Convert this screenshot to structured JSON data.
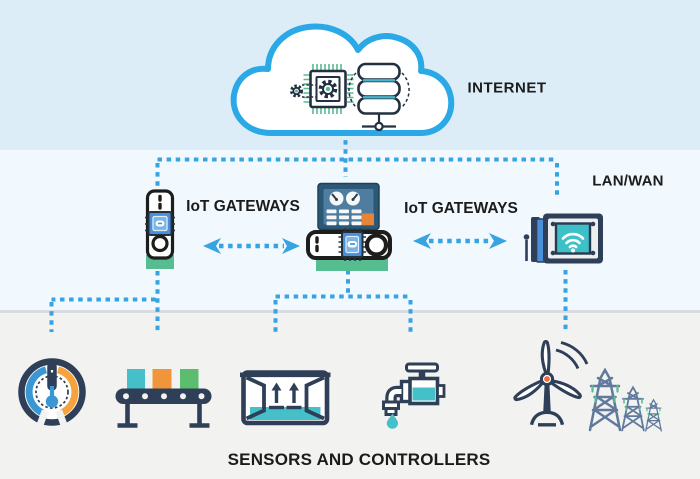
{
  "labels": {
    "internet": "INTERNET",
    "lan_wan": "LAN/WAN",
    "iot_gateways_left": "IoT GATEWAYS",
    "iot_gateways_right": "IoT GATEWAYS",
    "sensors_and_controllers": "SENSORS AND CONTROLLERS"
  },
  "layers": [
    {
      "name": "internet",
      "label": "INTERNET",
      "background": "#dcedf8",
      "contents": [
        "cloud-shape",
        "processor-gears-icon",
        "server-stack-icon"
      ]
    },
    {
      "name": "lan-wan",
      "label": "LAN/WAN",
      "background": "#f1f8fe",
      "contents": [
        "rack-gateway-device",
        "controller-gateway-device",
        "scada-monitor-icon",
        "wireless-gateway-device",
        "gateway-link-arrows",
        "dashed-connectors"
      ]
    },
    {
      "name": "sensors-and-controllers",
      "label": "SENSORS AND CONTROLLERS",
      "background": "#f2f3f1",
      "contents": [
        "temperature-gauge-icon",
        "conveyor-belt-icon",
        "open-box-icon",
        "water-valve-icon",
        "wind-turbine-icon",
        "power-towers-icon"
      ]
    }
  ],
  "palette": {
    "dashed_line_blue": "#38a3e1",
    "cloud_outline_blue": "#2aa9e6",
    "device_outline_black": "#1d1d1b",
    "icon_outline_navy": "#2e3f57",
    "chip_blue": "#4a90d9",
    "chip_blue_light": "#77b5e5",
    "teal": "#45c0c9",
    "green": "#55bd8f",
    "conveyor_green": "#5cbd6e",
    "orange": "#f0953c",
    "gauge_blue": "#3b97d3",
    "gauge_orange": "#f6a23d",
    "turbine_hub_orange": "#ee6f3d",
    "monitor_frame": "#2b5876",
    "monitor_screen": "#4e7da0",
    "monitor_orange": "#e8833a",
    "tower_steel_blue": "#61799c",
    "band_internet_bg": "#dcedf8",
    "band_lan_bg": "#f1f8fe",
    "band_sensors_bg": "#f2f3f1"
  }
}
